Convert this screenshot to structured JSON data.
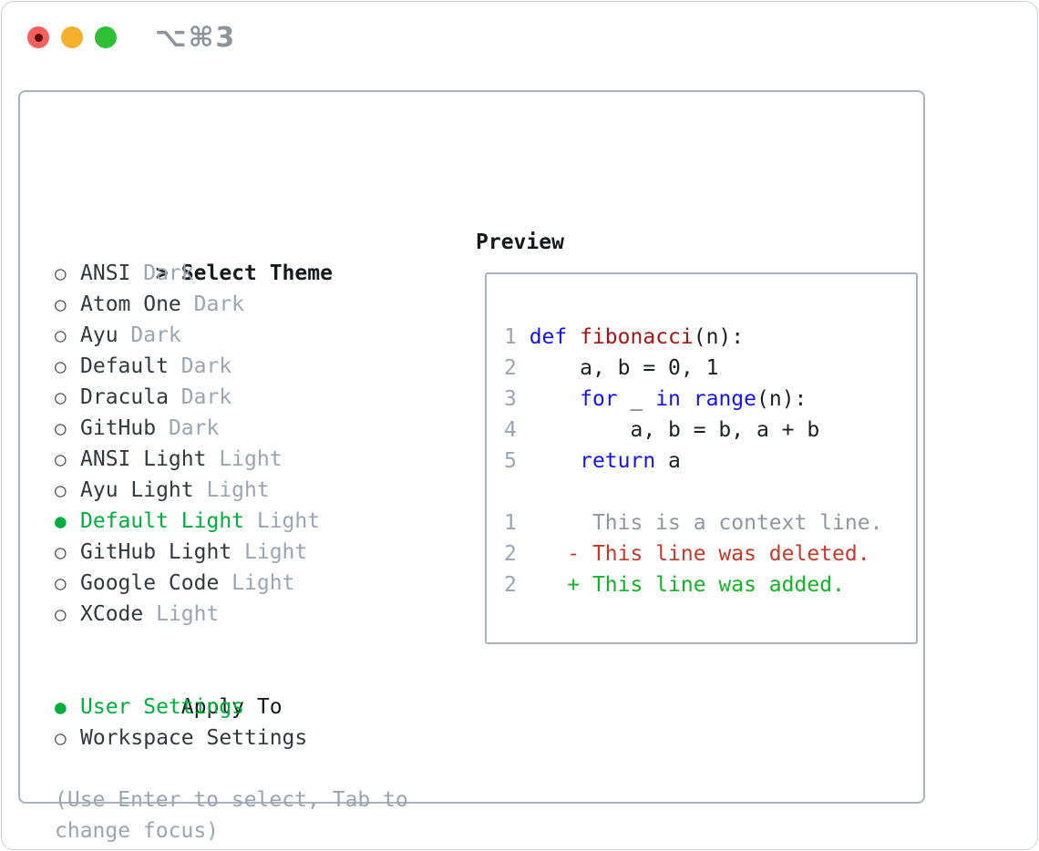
{
  "window": {
    "title": "⌥⌘3",
    "traffic_lights": [
      "close",
      "minimize",
      "zoom"
    ]
  },
  "theme_list": {
    "header_prefix": ">",
    "header": "Select Theme",
    "items": [
      {
        "name": "ANSI",
        "variant": "Dark",
        "selected": false
      },
      {
        "name": "Atom One",
        "variant": "Dark",
        "selected": false
      },
      {
        "name": "Ayu",
        "variant": "Dark",
        "selected": false
      },
      {
        "name": "Default",
        "variant": "Dark",
        "selected": false
      },
      {
        "name": "Dracula",
        "variant": "Dark",
        "selected": false
      },
      {
        "name": "GitHub",
        "variant": "Dark",
        "selected": false
      },
      {
        "name": "ANSI Light",
        "variant": "Light",
        "selected": false
      },
      {
        "name": "Ayu Light",
        "variant": "Light",
        "selected": false
      },
      {
        "name": "Default Light",
        "variant": "Light",
        "selected": true
      },
      {
        "name": "GitHub Light",
        "variant": "Light",
        "selected": false
      },
      {
        "name": "Google Code",
        "variant": "Light",
        "selected": false
      },
      {
        "name": "XCode",
        "variant": "Light",
        "selected": false
      }
    ]
  },
  "apply_to": {
    "header": "Apply To",
    "options": [
      {
        "label": "User Settings",
        "selected": true
      },
      {
        "label": "Workspace Settings",
        "selected": false
      }
    ]
  },
  "hint": {
    "line1": "(Use Enter to select, Tab to",
    "line2": "change focus)"
  },
  "preview": {
    "header": "Preview",
    "code_lines": [
      {
        "num": "1",
        "tokens": [
          {
            "t": "def",
            "c": "kw"
          },
          {
            "t": " ",
            "c": "plain"
          },
          {
            "t": "fibonacci",
            "c": "fn"
          },
          {
            "t": "(n):",
            "c": "plain"
          }
        ]
      },
      {
        "num": "2",
        "tokens": [
          {
            "t": "    a, b = 0, 1",
            "c": "plain"
          }
        ]
      },
      {
        "num": "3",
        "tokens": [
          {
            "t": "    ",
            "c": "plain"
          },
          {
            "t": "for",
            "c": "kw"
          },
          {
            "t": " _ ",
            "c": "plain"
          },
          {
            "t": "in",
            "c": "kw"
          },
          {
            "t": " ",
            "c": "plain"
          },
          {
            "t": "range",
            "c": "kw"
          },
          {
            "t": "(n):",
            "c": "plain"
          }
        ]
      },
      {
        "num": "4",
        "tokens": [
          {
            "t": "        a, b = b, a + b",
            "c": "plain"
          }
        ]
      },
      {
        "num": "5",
        "tokens": [
          {
            "t": "    ",
            "c": "plain"
          },
          {
            "t": "return",
            "c": "kw"
          },
          {
            "t": " a",
            "c": "plain"
          }
        ]
      }
    ],
    "diff_lines": [
      {
        "num": "1",
        "marker": " ",
        "text": "This is a context line.",
        "type": "context"
      },
      {
        "num": "2",
        "marker": "-",
        "text": "This line was deleted.",
        "type": "deleted"
      },
      {
        "num": "2",
        "marker": "+",
        "text": "This line was added.",
        "type": "added"
      }
    ]
  },
  "colors": {
    "selected_green": "#00ae3c",
    "keyword_blue": "#1414e8",
    "function_red": "#a61511",
    "deleted_red": "#c13a2a",
    "added_green": "#12b324",
    "muted_gray": "#9aa5b4",
    "border_gray": "#a8b1bc",
    "traffic_red": "#f4605c",
    "traffic_yellow": "#f6b02e",
    "traffic_green": "#2fc135"
  }
}
